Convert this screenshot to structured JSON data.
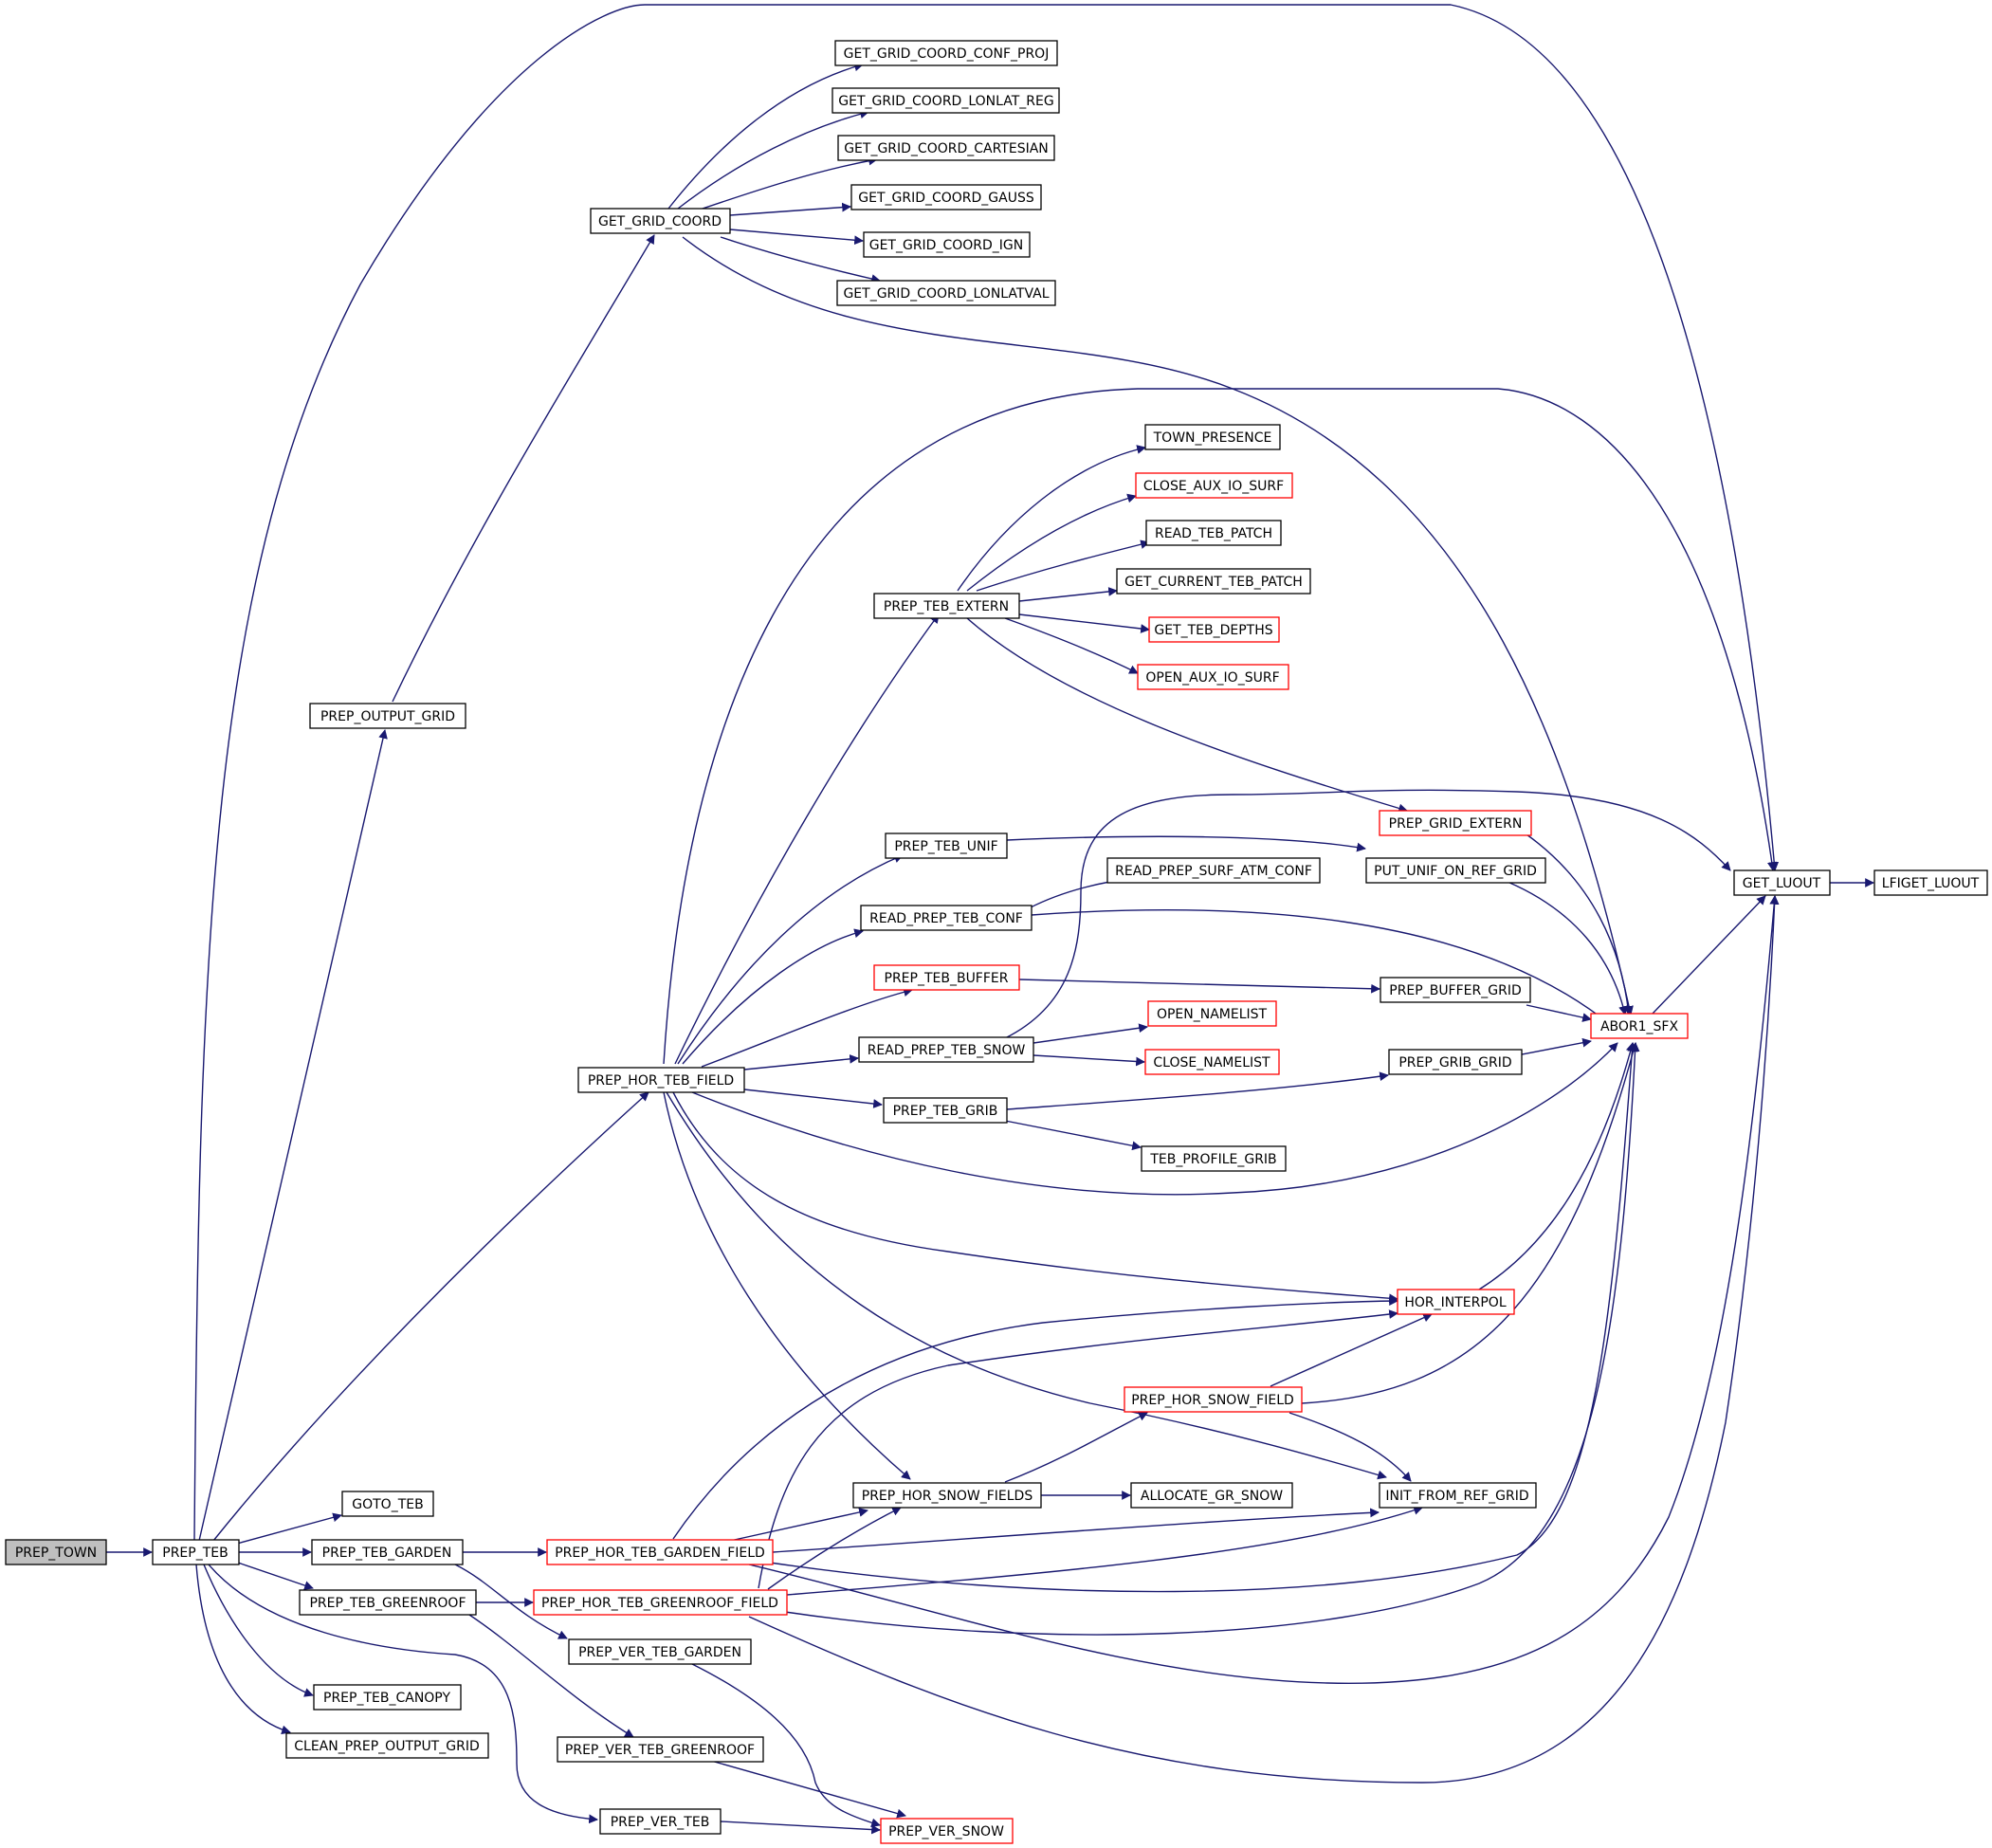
{
  "nodes": {
    "prep_town": "PREP_TOWN",
    "prep_teb": "PREP_TEB",
    "prep_output_grid": "PREP_OUTPUT_GRID",
    "get_grid_coord": "GET_GRID_COORD",
    "get_grid_coord_conf_proj": "GET_GRID_COORD_CONF_PROJ",
    "get_grid_coord_lonlat_reg": "GET_GRID_COORD_LONLAT_REG",
    "get_grid_coord_cartesian": "GET_GRID_COORD_CARTESIAN",
    "get_grid_coord_gauss": "GET_GRID_COORD_GAUSS",
    "get_grid_coord_ign": "GET_GRID_COORD_IGN",
    "get_grid_coord_lonlatval": "GET_GRID_COORD_LONLATVAL",
    "town_presence": "TOWN_PRESENCE",
    "close_aux_io_surf": "CLOSE_AUX_IO_SURF",
    "read_teb_patch": "READ_TEB_PATCH",
    "get_current_teb_patch": "GET_CURRENT_TEB_PATCH",
    "get_teb_depths": "GET_TEB_DEPTHS",
    "open_aux_io_surf": "OPEN_AUX_IO_SURF",
    "prep_teb_extern": "PREP_TEB_EXTERN",
    "prep_grid_extern": "PREP_GRID_EXTERN",
    "prep_teb_unif": "PREP_TEB_UNIF",
    "read_prep_surf_atm_conf": "READ_PREP_SURF_ATM_CONF",
    "put_unif_on_ref_grid": "PUT_UNIF_ON_REF_GRID",
    "read_prep_teb_conf": "READ_PREP_TEB_CONF",
    "get_luout": "GET_LUOUT",
    "lfiget_luout": "LFIGET_LUOUT",
    "prep_teb_buffer": "PREP_TEB_BUFFER",
    "prep_buffer_grid": "PREP_BUFFER_GRID",
    "abor1_sfx": "ABOR1_SFX",
    "read_prep_teb_snow": "READ_PREP_TEB_SNOW",
    "open_namelist": "OPEN_NAMELIST",
    "close_namelist": "CLOSE_NAMELIST",
    "prep_hor_teb_field": "PREP_HOR_TEB_FIELD",
    "prep_grib_grid": "PREP_GRIB_GRID",
    "prep_teb_grib": "PREP_TEB_GRIB",
    "teb_profile_grib": "TEB_PROFILE_GRIB",
    "hor_interpol": "HOR_INTERPOL",
    "prep_hor_snow_field": "PREP_HOR_SNOW_FIELD",
    "goto_teb": "GOTO_TEB",
    "prep_hor_snow_fields": "PREP_HOR_SNOW_FIELDS",
    "allocate_gr_snow": "ALLOCATE_GR_SNOW",
    "init_from_ref_grid": "INIT_FROM_REF_GRID",
    "prep_teb_garden": "PREP_TEB_GARDEN",
    "prep_hor_teb_garden_field": "PREP_HOR_TEB_GARDEN_FIELD",
    "prep_teb_greenroof": "PREP_TEB_GREENROOF",
    "prep_hor_teb_greenroof_field": "PREP_HOR_TEB_GREENROOF_FIELD",
    "prep_ver_teb_garden": "PREP_VER_TEB_GARDEN",
    "prep_teb_canopy": "PREP_TEB_CANOPY",
    "clean_prep_output_grid": "CLEAN_PREP_OUTPUT_GRID",
    "prep_ver_teb_greenroof": "PREP_VER_TEB_GREENROOF",
    "prep_ver_teb": "PREP_VER_TEB",
    "prep_ver_snow": "PREP_VER_SNOW"
  },
  "colors": {
    "edge": "#191970",
    "node_border": "#000000",
    "node_border_incomplete": "#ff0000",
    "root_fill": "#bfbfbf",
    "background": "#ffffff"
  }
}
